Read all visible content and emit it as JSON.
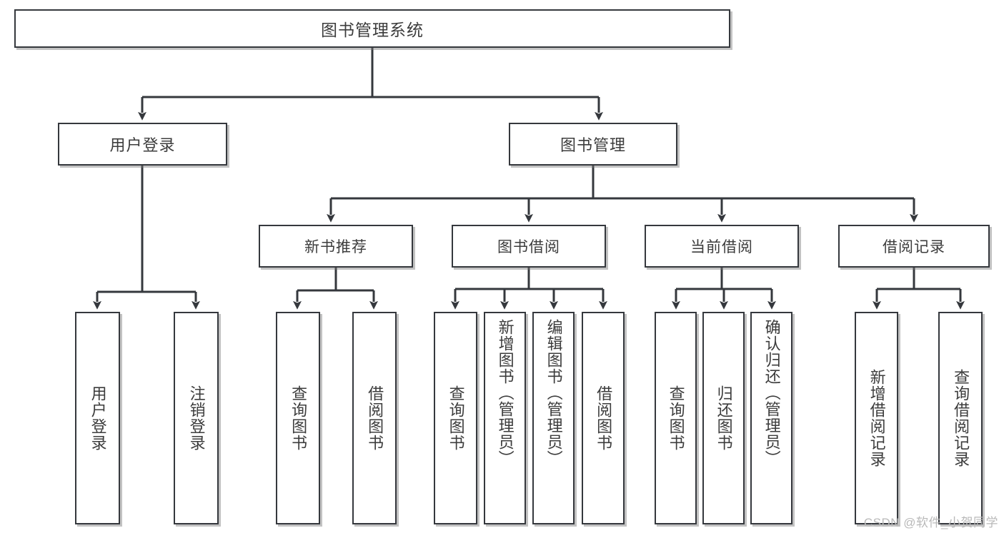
{
  "diagram": {
    "title_node": {
      "label": "图书管理系统"
    },
    "level2": [
      {
        "label": "用户登录"
      },
      {
        "label": "图书管理"
      }
    ],
    "level3": [
      {
        "label": "新书推荐"
      },
      {
        "label": "图书借阅"
      },
      {
        "label": "当前借阅"
      },
      {
        "label": "借阅记录"
      }
    ],
    "leaves": {
      "user_login": [
        {
          "label": "用户登录"
        },
        {
          "label": "注销登录"
        }
      ],
      "new_book": [
        {
          "label": "查询图书"
        },
        {
          "label": "借阅图书"
        }
      ],
      "book_borrow": [
        {
          "label": "查询图书"
        },
        {
          "label": "新增图书（管理员）"
        },
        {
          "label": "编辑图书（管理员）"
        },
        {
          "label": "借阅图书"
        }
      ],
      "current_borrow": [
        {
          "label": "查询图书"
        },
        {
          "label": "归还图书"
        },
        {
          "label": "确认归还（管理员）"
        }
      ],
      "borrow_record": [
        {
          "label": "新增借阅记录"
        },
        {
          "label": "查询借阅记录"
        }
      ]
    }
  },
  "watermark": {
    "text": "CSDN @软件_小贺同学"
  },
  "colors": {
    "stroke": "#35383d",
    "text": "#3c3c3c",
    "background": "#ffffff",
    "shadow": "#787878",
    "watermark": "#b9b9b9"
  }
}
